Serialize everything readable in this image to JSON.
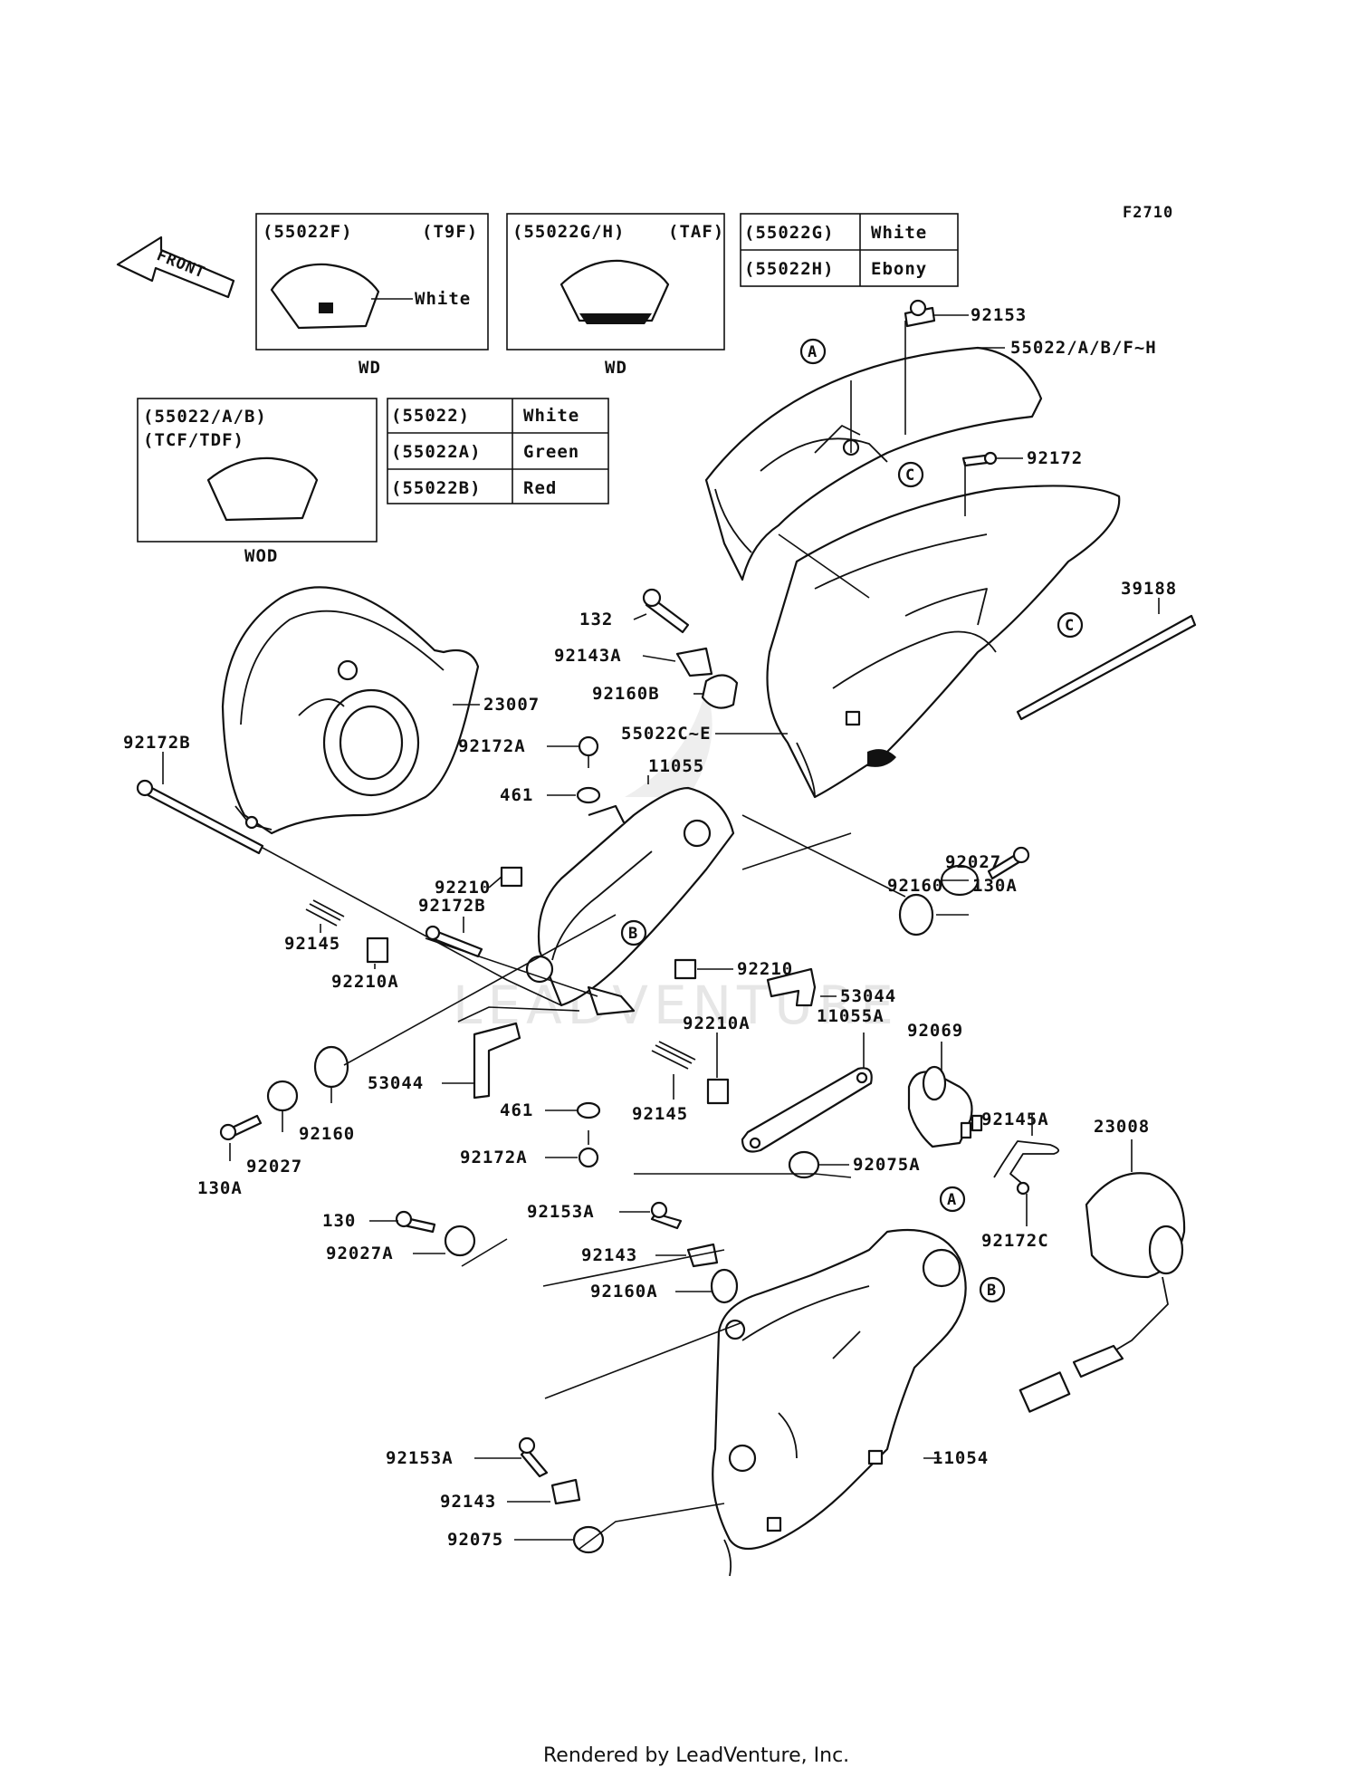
{
  "figure_code": "F2710",
  "front_arrow_label": "FRONT",
  "watermark": "LEADVENTURE",
  "footer": "Rendered by LeadVenture, Inc.",
  "variant_boxes": [
    {
      "part": "(55022F)",
      "code": "(T9F)",
      "color_note": "White",
      "caption": "WD"
    },
    {
      "part": "(55022G/H)",
      "code": "(TAF)",
      "caption": "WD"
    },
    {
      "part": "(55022/A/B)",
      "code": "(TCF/TDF)",
      "caption": "WOD"
    }
  ],
  "color_table_gh": [
    {
      "part": "(55022G)",
      "color": "White"
    },
    {
      "part": "(55022H)",
      "color": "Ebony"
    }
  ],
  "color_table_ab": [
    {
      "part": "(55022)",
      "color": "White"
    },
    {
      "part": "(55022A)",
      "color": "Green"
    },
    {
      "part": "(55022B)",
      "color": "Red"
    }
  ],
  "callouts": {
    "A": "A",
    "B": "B",
    "C": "C"
  },
  "part_labels": [
    "92153",
    "55022/A/B/F~H",
    "92172",
    "39188",
    "132",
    "92143A",
    "92160B",
    "55022C~E",
    "23007",
    "92172B",
    "92172A",
    "461",
    "11055",
    "130A",
    "92027",
    "92160",
    "92210",
    "92172B",
    "92145",
    "92210A",
    "53044",
    "92210",
    "92210A",
    "11055A",
    "92069",
    "53044",
    "92160",
    "92027",
    "130A",
    "461",
    "92172A",
    "92145",
    "92145A",
    "23008",
    "92075A",
    "92172C",
    "130",
    "92153A",
    "92027A",
    "92143",
    "92160A",
    "92153A",
    "11054",
    "92143",
    "92075"
  ]
}
